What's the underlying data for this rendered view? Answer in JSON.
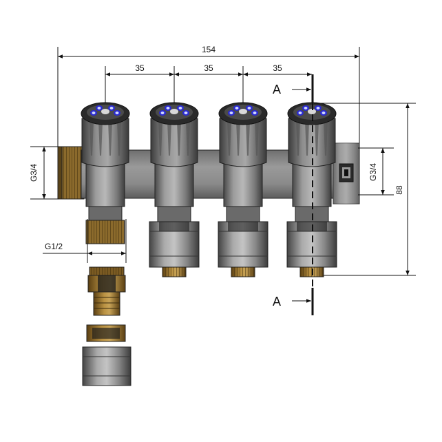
{
  "dimensions": {
    "overall_width": "154",
    "spacing_1": "35",
    "spacing_2": "35",
    "spacing_3": "35",
    "height": "88",
    "inlet_thread": "G3/4",
    "outlet_thread": "G3/4",
    "branch_thread": "G1/2"
  },
  "section": {
    "top_label": "A",
    "bottom_label": "A"
  },
  "colors": {
    "body": "#8c8c8c",
    "body_dark": "#5a5a5a",
    "brass": "#b08a3a",
    "brass_dark": "#6b4e18",
    "knob_accent": "#2a2ad0",
    "line": "#111111"
  }
}
